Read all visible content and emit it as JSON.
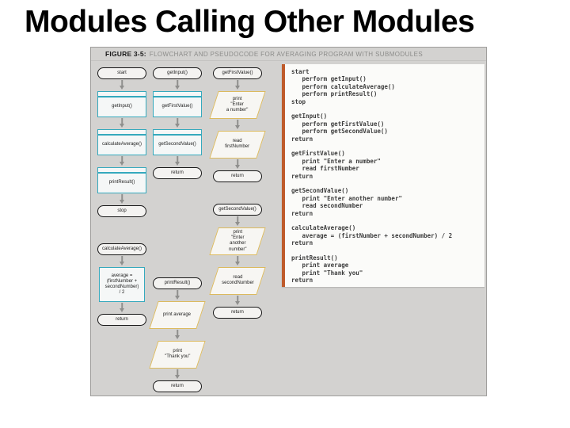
{
  "slide": {
    "title": "Modules Calling Other Modules"
  },
  "figure": {
    "label": "FIGURE 3-5:",
    "caption": "FLOWCHART AND PSEUDOCODE FOR AVERAGING PROGRAM WITH SUBMODULES",
    "colors": {
      "panel_bg": "#d3d2d0",
      "module_box_border": "#35a9bd",
      "io_box_border": "#dcba5e",
      "terminator_border": "#161616",
      "pseudocode_accent": "#bf5b2b",
      "arrow": "#8f8f8d"
    },
    "flowchart": {
      "segments": [
        {
          "id": "main",
          "nodes": [
            {
              "type": "terminator",
              "label": "start"
            },
            {
              "type": "module",
              "label": "getInput()"
            },
            {
              "type": "module",
              "label": "calculateAverage()"
            },
            {
              "type": "module",
              "label": "printResult()"
            },
            {
              "type": "terminator",
              "label": "stop"
            }
          ]
        },
        {
          "id": "calculateAverage",
          "nodes": [
            {
              "type": "terminator",
              "label": "calculateAverage()"
            },
            {
              "type": "process",
              "label": "average =\n(firstNumber +\nsecondNumber)\n/ 2"
            },
            {
              "type": "terminator",
              "label": "return"
            }
          ]
        },
        {
          "id": "getInput",
          "nodes": [
            {
              "type": "terminator",
              "label": "getInput()"
            },
            {
              "type": "module",
              "label": "getFirstValue()"
            },
            {
              "type": "module",
              "label": "getSecondValue()"
            },
            {
              "type": "terminator",
              "label": "return"
            }
          ]
        },
        {
          "id": "printResult",
          "nodes": [
            {
              "type": "terminator",
              "label": "printResult()"
            },
            {
              "type": "io",
              "label": "print average"
            },
            {
              "type": "io",
              "label": "print\n\"Thank you\""
            },
            {
              "type": "terminator",
              "label": "return"
            }
          ]
        },
        {
          "id": "getFirstValue",
          "nodes": [
            {
              "type": "terminator",
              "label": "getFirstValue()"
            },
            {
              "type": "io",
              "label": "print\n\"Enter\na number\""
            },
            {
              "type": "io",
              "label": "read\nfirstNumber"
            },
            {
              "type": "terminator",
              "label": "return"
            }
          ]
        },
        {
          "id": "getSecondValue",
          "nodes": [
            {
              "type": "terminator",
              "label": "getSecondValue()"
            },
            {
              "type": "io",
              "label": "print\n\"Enter\nanother\nnumber\""
            },
            {
              "type": "io",
              "label": "read\nsecondNumber"
            },
            {
              "type": "terminator",
              "label": "return"
            }
          ]
        }
      ]
    },
    "pseudocode": [
      "start",
      "   perform getInput()",
      "   perform calculateAverage()",
      "   perform printResult()",
      "stop",
      "",
      "getInput()",
      "   perform getFirstValue()",
      "   perform getSecondValue()",
      "return",
      "",
      "getFirstValue()",
      "   print \"Enter a number\"",
      "   read firstNumber",
      "return",
      "",
      "getSecondValue()",
      "   print \"Enter another number\"",
      "   read secondNumber",
      "return",
      "",
      "calculateAverage()",
      "   average = (firstNumber + secondNumber) / 2",
      "return",
      "",
      "printResult()",
      "   print average",
      "   print \"Thank you\"",
      "return"
    ]
  }
}
